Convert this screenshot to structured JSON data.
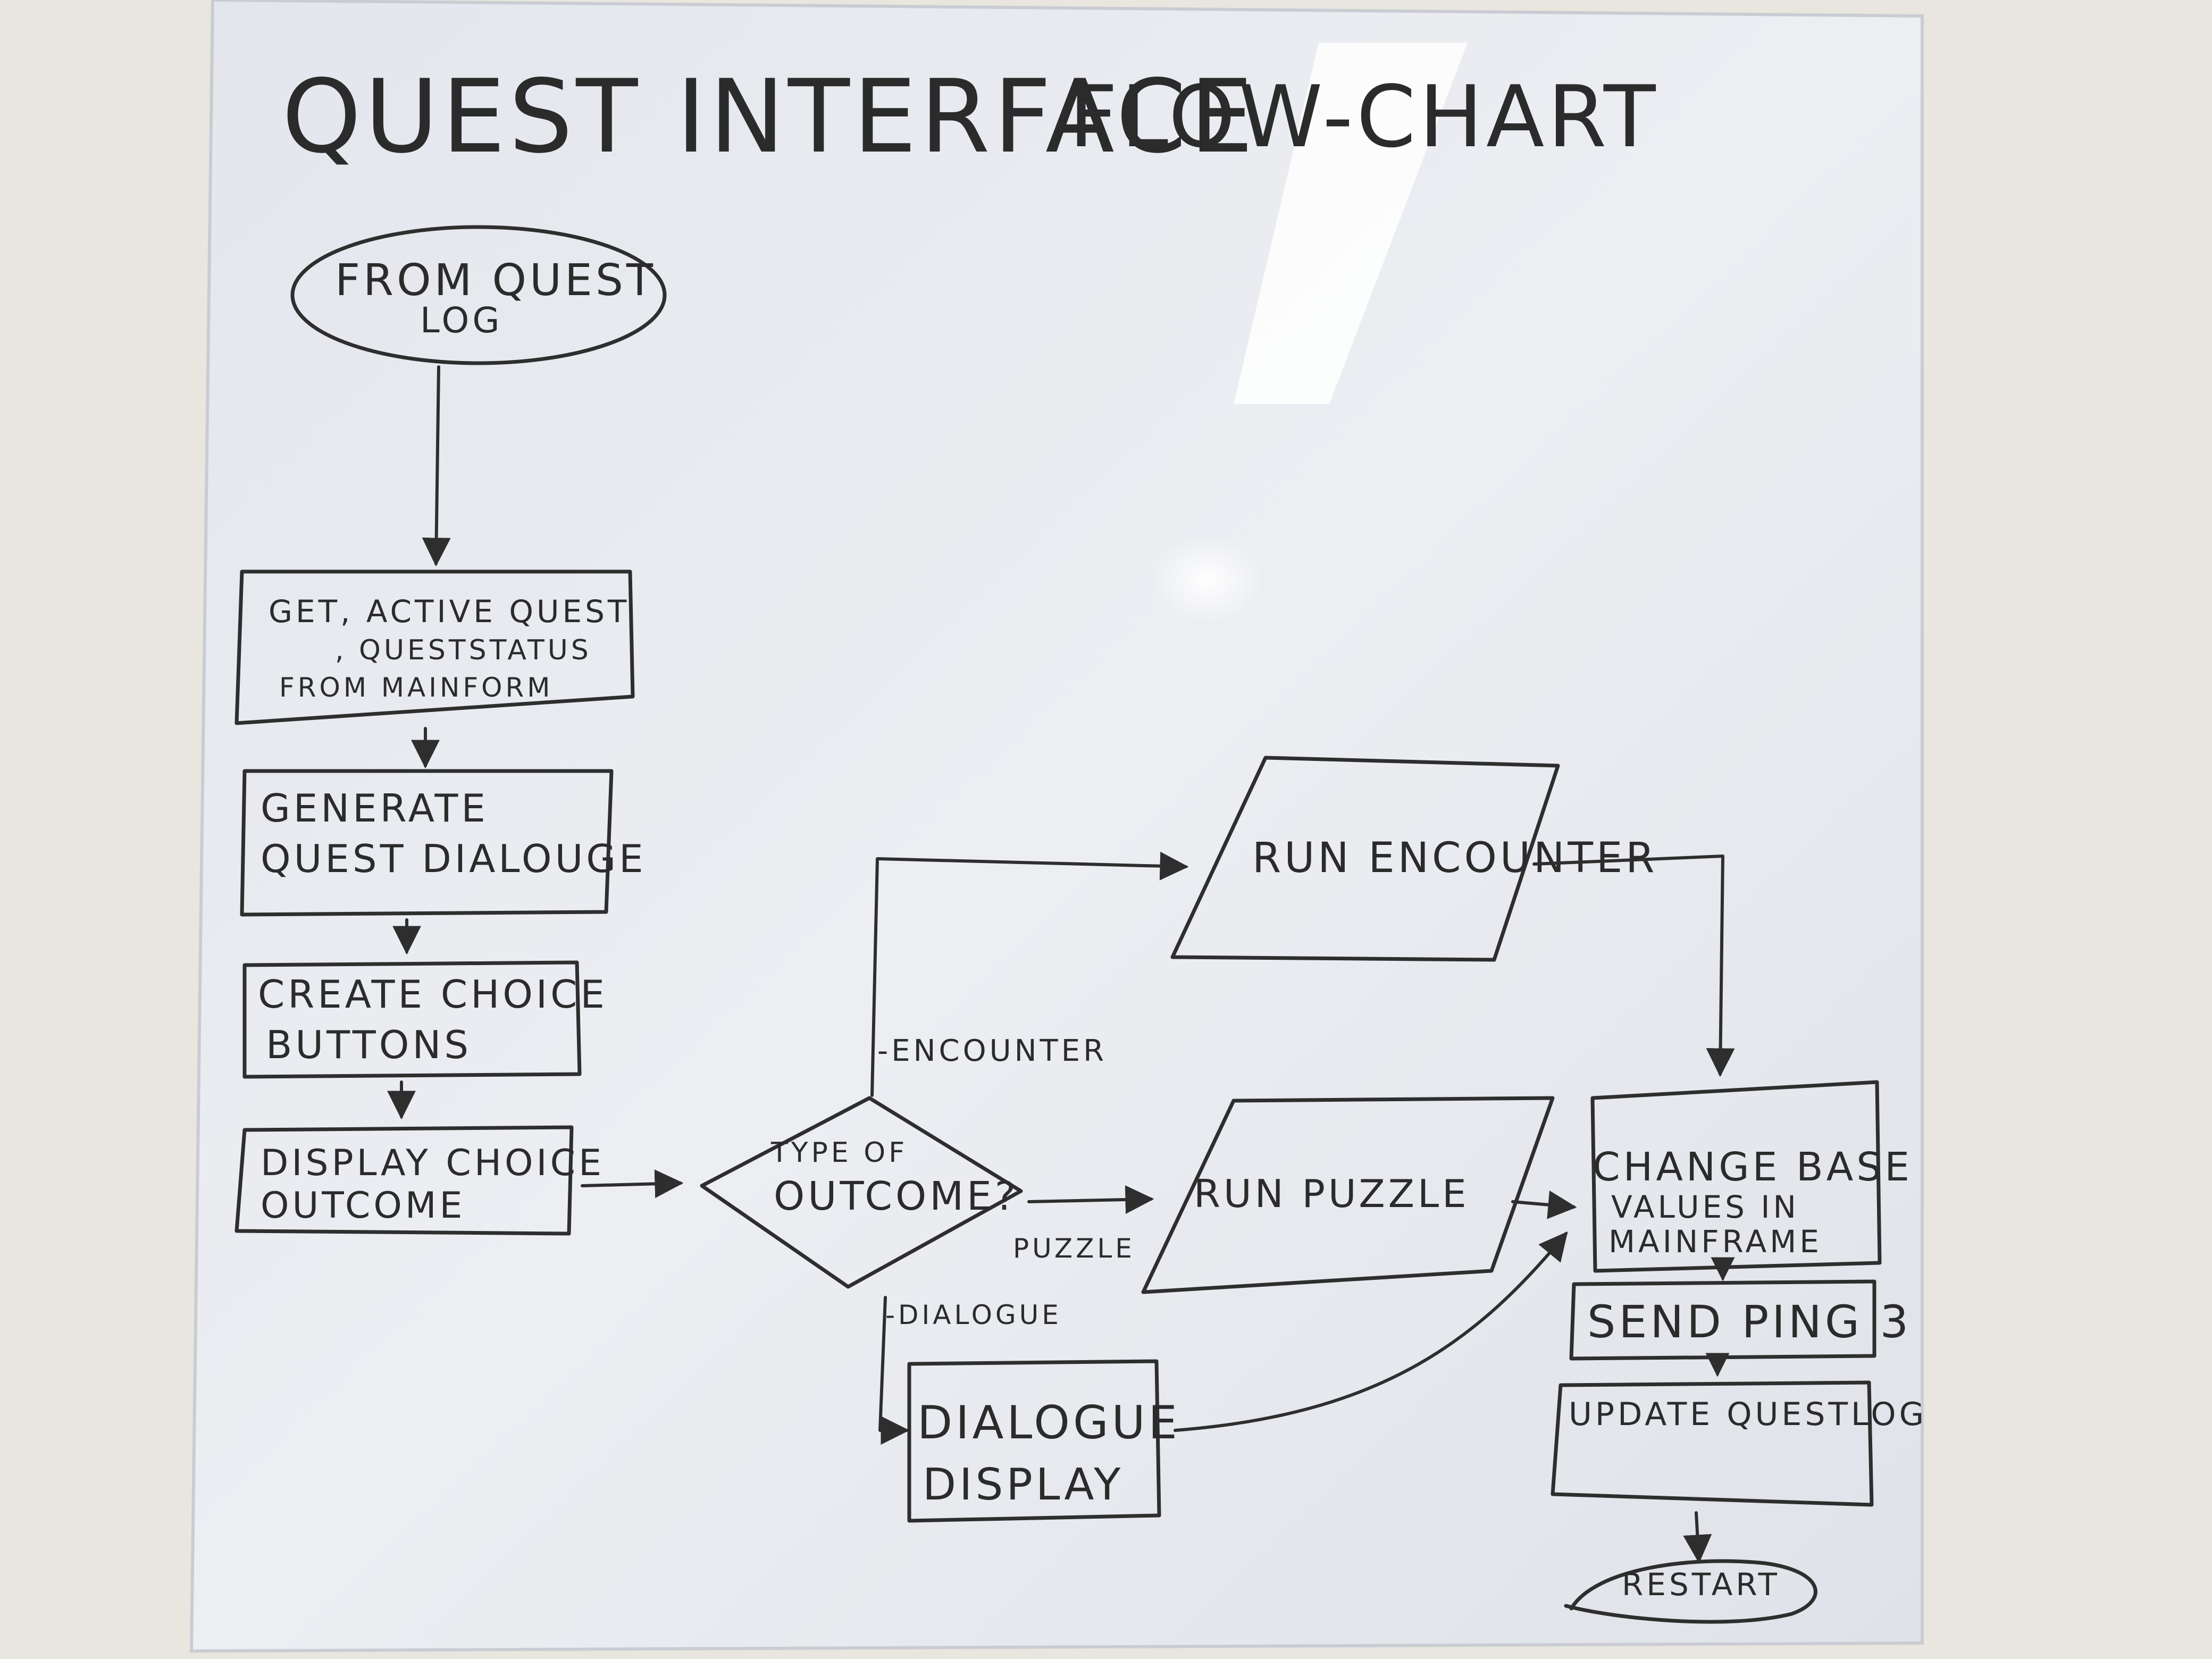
{
  "title": {
    "left": "QUEST INTERFACE",
    "right": "FLOW-CHART"
  },
  "nodes": {
    "start": {
      "lines": [
        "FROM QUEST",
        "LOG"
      ]
    },
    "get_active": {
      "lines": [
        "GET, ACTIVE QUEST",
        ", QUESTSTATUS",
        "FROM MAINFORM"
      ]
    },
    "generate": {
      "lines": [
        "GENERATE",
        "QUEST DIALOUGE"
      ]
    },
    "create": {
      "lines": [
        "CREATE CHOICE",
        "BUTTONS"
      ]
    },
    "display": {
      "lines": [
        "DISPLAY CHOICE",
        "OUTCOME"
      ]
    },
    "decision": {
      "lines": [
        "TYPE OF",
        "OUTCOME?"
      ]
    },
    "encounter": {
      "lines": [
        "RUN ENCOUNTER"
      ]
    },
    "puzzle": {
      "lines": [
        "RUN PUZZLE"
      ]
    },
    "dialogue": {
      "lines": [
        "DIALOGUE",
        "DISPLAY"
      ]
    },
    "change": {
      "lines": [
        "CHANGE BASE",
        "VALUES IN",
        "MAINFRAME"
      ]
    },
    "ping": {
      "lines": [
        "SEND PING 3"
      ]
    },
    "update": {
      "lines": [
        "UPDATE QUESTLOG"
      ]
    },
    "restart": {
      "lines": [
        "RESTART"
      ]
    }
  },
  "branch_labels": {
    "encounter": "-ENCOUNTER",
    "puzzle": "PUZZLE",
    "dialogue": "-DIALOGUE"
  },
  "colors": {
    "wall": "#e9e6df",
    "board": "#e6e9ee",
    "ink": "#2e2e2e",
    "glare": "#ffffff"
  }
}
